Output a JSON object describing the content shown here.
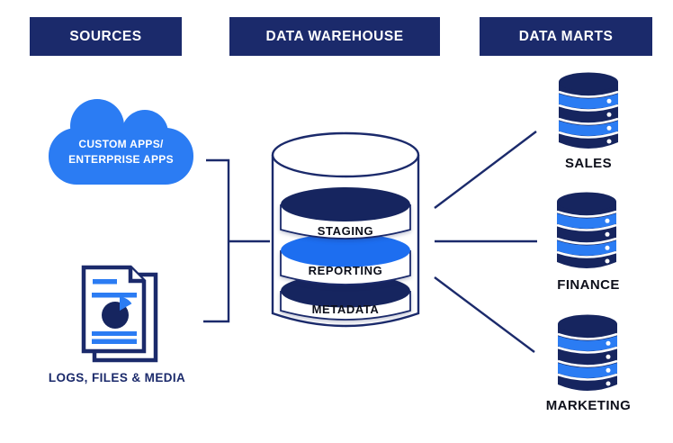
{
  "headers": {
    "sources": "SOURCES",
    "warehouse": "DATA WAREHOUSE",
    "marts": "DATA MARTS"
  },
  "sources": {
    "cloud_label_line1": "CUSTOM APPS/",
    "cloud_label_line2": "ENTERPRISE APPS",
    "files_label": "LOGS, FILES & MEDIA"
  },
  "warehouse": {
    "layers": [
      {
        "label": "STAGING"
      },
      {
        "label": "REPORTING"
      },
      {
        "label": "METADATA"
      }
    ]
  },
  "marts": [
    {
      "label": "SALES"
    },
    {
      "label": "FINANCE"
    },
    {
      "label": "MARKETING"
    }
  ],
  "icons": {
    "cloud": "cloud-icon",
    "files": "document-report-icon",
    "pie": "pie-chart-icon",
    "warehouse": "database-cylinder-icon",
    "mart": "database-icon"
  },
  "colors": {
    "navy": "#1B2A6B",
    "icon_navy": "#16255F",
    "blue": "#2B7CF3",
    "disk_blue": "#1D6EF0",
    "background": "#FFFFFF",
    "label_dark": "#0D0F1A"
  }
}
